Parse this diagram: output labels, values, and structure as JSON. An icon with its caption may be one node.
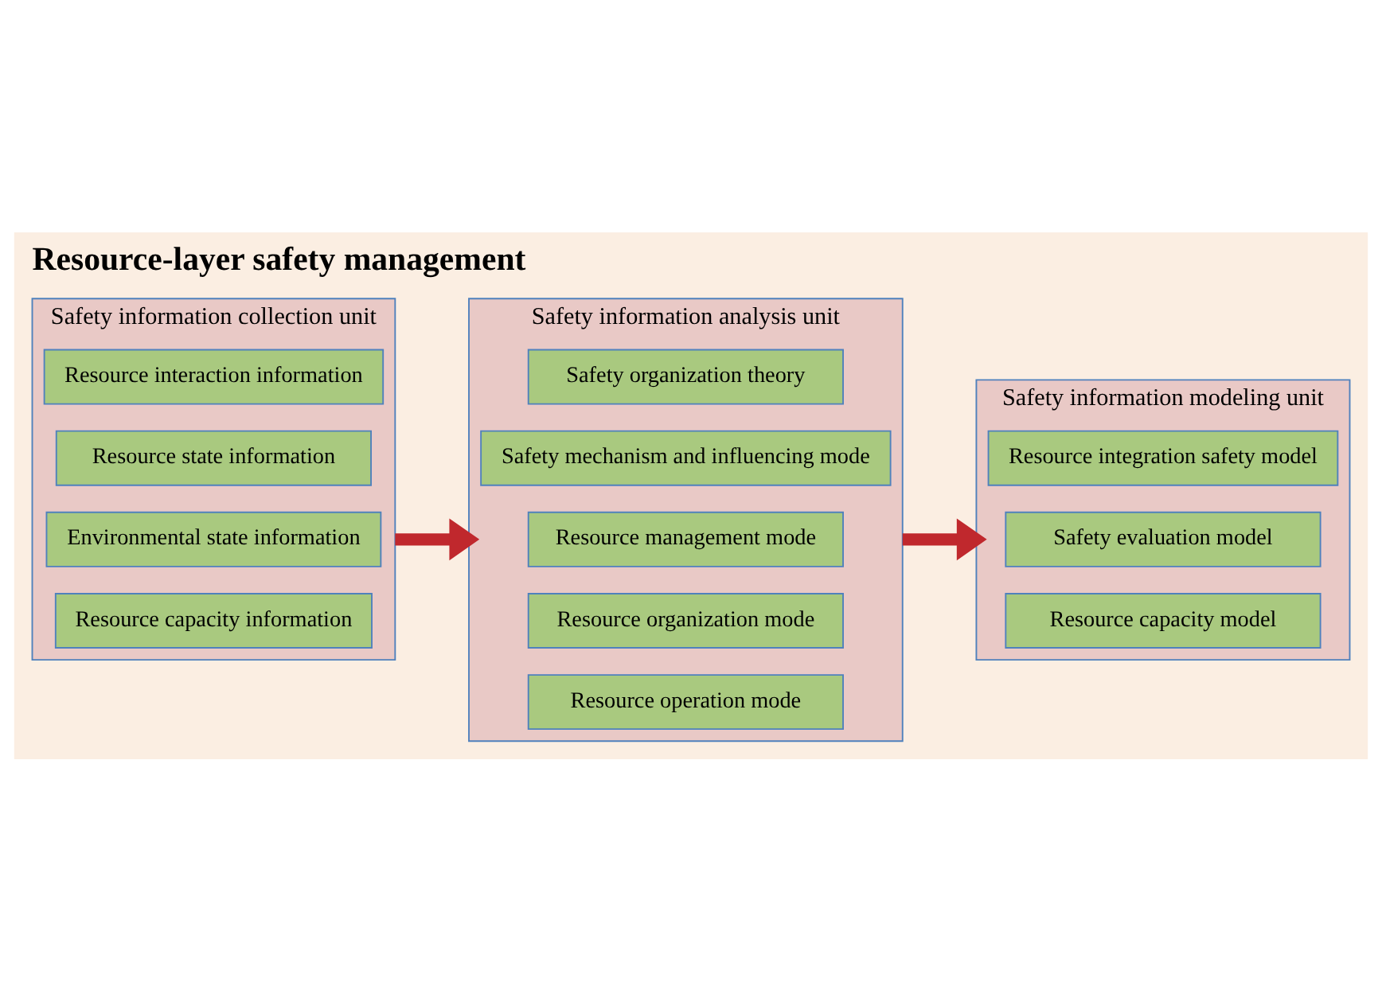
{
  "diagram": {
    "title": "Resource-layer safety management",
    "nodes": [
      {
        "text": [
          "Safety information modeling unit"
        ]
      },
      {
        "text": [
          "Resource integration safety model"
        ],
        "in": 0
      },
      {
        "text": [
          "Safety evaluation model"
        ],
        "in": 0
      },
      {
        "text": [
          "Resource capacity model"
        ],
        "in": 0
      },
      {
        "text": [
          "Safety information collection unit"
        ]
      },
      {
        "text": [
          "Resource interaction information"
        ],
        "in": 4
      },
      {
        "text": [
          "Resource state information"
        ],
        "in": 4
      },
      {
        "text": [
          "Environmental state information"
        ],
        "in": 4
      },
      {
        "text": [
          "Resource capacity information"
        ],
        "in": 4
      },
      {
        "text": [
          "Safety information analysis unit"
        ]
      },
      {
        "text": [
          "Safety organization theory"
        ],
        "in": 9
      },
      {
        "text": [
          "Safety mechanism and influencing mode"
        ],
        "in": 9
      },
      {
        "text": [
          "Resource management mode"
        ],
        "in": 9
      },
      {
        "text": [
          "Resource organization mode"
        ],
        "in": 9
      },
      {
        "text": [
          "Resource operation mode"
        ],
        "in": 9
      }
    ],
    "edges": [
      {
        "from": 4,
        "to": 9,
        "arrow": "to"
      },
      {
        "from": 9,
        "to": 0,
        "arrow": "to"
      }
    ]
  }
}
